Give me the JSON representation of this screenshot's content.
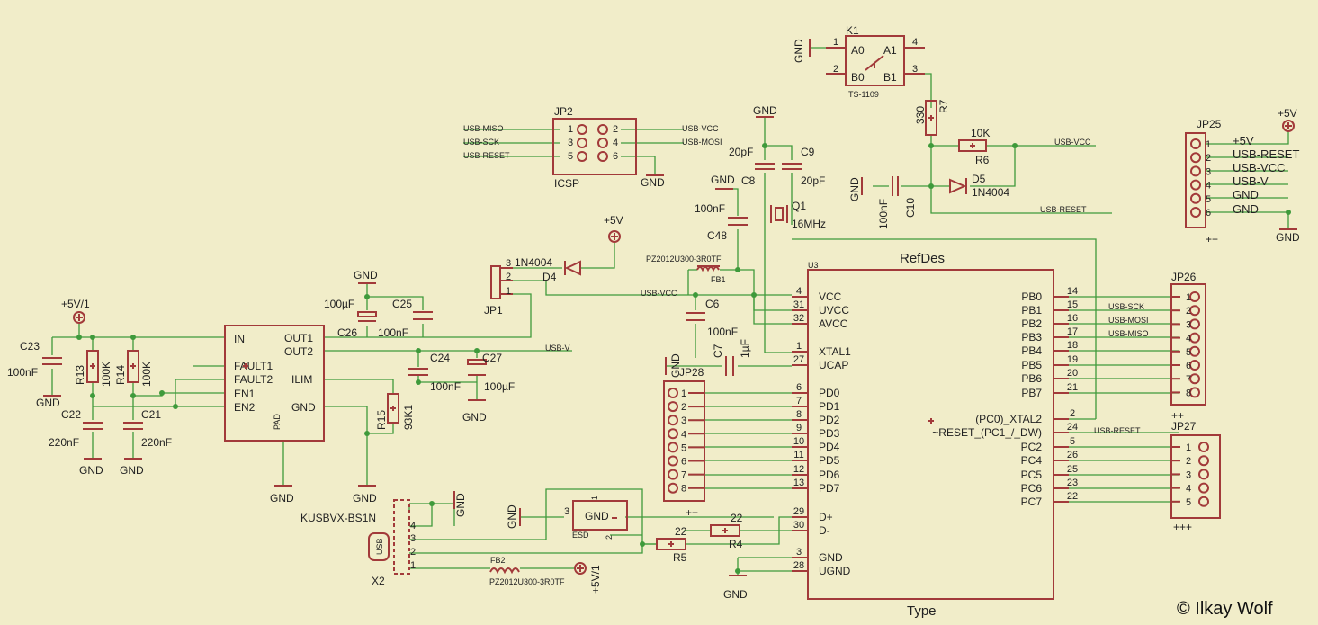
{
  "labels": {
    "k1": "K1",
    "k1_part": "TS-1109",
    "k1_a0": "A0",
    "k1_a1": "A1",
    "k1_b0": "B0",
    "k1_b1": "B1",
    "k1_p1": "1",
    "k1_p2": "2",
    "k1_p3": "3",
    "k1_p4": "4",
    "gnd": "GND",
    "jp2": "JP2",
    "icsp": "ICSP",
    "jp2_p1": "1",
    "jp2_p2": "2",
    "jp2_p3": "3",
    "jp2_p4": "4",
    "jp2_p5": "5",
    "jp2_p6": "6",
    "usb_miso": "USB-MISO",
    "usb_sck": "USB-SCK",
    "usb_reset": "USB-RESET",
    "usb_vcc": "USB-VCC",
    "usb_mosi": "USB-MOSI",
    "usb_v": "USB-V",
    "c8": "C8",
    "c8_val": "20pF",
    "c9": "C9",
    "c9_val": "20pF",
    "c48": "C48",
    "c48_val": "100nF",
    "q1": "Q1",
    "q1_val": "16MHz",
    "r7": "R7",
    "r7_val": "330",
    "r6": "R6",
    "r6_val": "10K",
    "d5": "D5",
    "d5_val": "1N4004",
    "c10": "C10",
    "c10_val": "100nF",
    "jp25": "JP25",
    "jp25_plus": "++",
    "jp25_n1": "+5V",
    "jp25_n2": "USB-RESET",
    "jp25_n3": "USB-VCC",
    "jp25_n4": "USB-V",
    "jp25_n5": "GND",
    "jp25_n6": "GND",
    "p5v": "+5V",
    "p5v1": "+5V/1",
    "d4": "D4",
    "d4_val": "1N4004",
    "jp1": "JP1",
    "fb1": "FB1",
    "fb1_val": "PZ2012U300-3R0TF",
    "fb2": "FB2",
    "fb2_val": "PZ2012U300-3R0TF",
    "c6": "C6",
    "c6_val": "100nF",
    "c7": "C7",
    "c7_val": "1µF",
    "c25": "C25",
    "c25_val": "100nF",
    "c26": "C26",
    "c26_val": "100µF",
    "c24": "C24",
    "c24_val": "100nF",
    "c27": "C27",
    "c27_val": "100µF",
    "c23": "C23",
    "c23_val": "100nF",
    "r13": "R13",
    "r13_val": "100K",
    "r14": "R14",
    "r14_val": "100K",
    "c22": "C22",
    "c22_val": "220nF",
    "c21": "C21",
    "c21_val": "220nF",
    "reg_in": "IN",
    "reg_out1": "OUT1",
    "reg_out2": "OUT2",
    "reg_fault1": "FAULT1",
    "reg_fault2": "FAULT2",
    "reg_en1": "EN1",
    "reg_en2": "EN2",
    "reg_ilim": "ILIM",
    "reg_gnd": "GND",
    "reg_pad": "PAD",
    "r15": "R15",
    "r15_val": "93K1",
    "jp28": "JP28",
    "jp28_plus": "++",
    "jp26": "JP26",
    "jp26_plus": "++",
    "jp27": "JP27",
    "jp27_plus": "+++",
    "u3": "U3",
    "refdes": "RefDes",
    "type": "Type",
    "x2": "X2",
    "x2_part": "KUSBVX-BS1N",
    "usb": "USB",
    "esd": "ESD",
    "r4": "R4",
    "r4_val": "22",
    "r5": "R5",
    "r5_val": "22",
    "copyright": "© Ilkay Wolf"
  },
  "mcu_left_pins": [
    {
      "num": "4",
      "name": "VCC"
    },
    {
      "num": "31",
      "name": "UVCC"
    },
    {
      "num": "32",
      "name": "AVCC"
    },
    {
      "num": "1",
      "name": "XTAL1"
    },
    {
      "num": "27",
      "name": "UCAP"
    },
    {
      "num": "6",
      "name": "PD0"
    },
    {
      "num": "7",
      "name": "PD1"
    },
    {
      "num": "8",
      "name": "PD2"
    },
    {
      "num": "9",
      "name": "PD3"
    },
    {
      "num": "10",
      "name": "PD4"
    },
    {
      "num": "11",
      "name": "PD5"
    },
    {
      "num": "12",
      "name": "PD6"
    },
    {
      "num": "13",
      "name": "PD7"
    },
    {
      "num": "29",
      "name": "D+"
    },
    {
      "num": "30",
      "name": "D-"
    },
    {
      "num": "3",
      "name": "GND"
    },
    {
      "num": "28",
      "name": "UGND"
    }
  ],
  "mcu_right_pins": [
    {
      "num": "14",
      "name": "PB0"
    },
    {
      "num": "15",
      "name": "PB1"
    },
    {
      "num": "16",
      "name": "PB2"
    },
    {
      "num": "17",
      "name": "PB3"
    },
    {
      "num": "18",
      "name": "PB4"
    },
    {
      "num": "19",
      "name": "PB5"
    },
    {
      "num": "20",
      "name": "PB6"
    },
    {
      "num": "21",
      "name": "PB7"
    },
    {
      "num": "2",
      "name": "(PC0)_XTAL2"
    },
    {
      "num": "24",
      "name": "~RESET_(PC1_/_DW)"
    },
    {
      "num": "5",
      "name": "PC2"
    },
    {
      "num": "26",
      "name": "PC4"
    },
    {
      "num": "25",
      "name": "PC5"
    },
    {
      "num": "23",
      "name": "PC6"
    },
    {
      "num": "22",
      "name": "PC7"
    }
  ],
  "jp28_pins": [
    "1",
    "2",
    "3",
    "4",
    "5",
    "6",
    "7",
    "8"
  ],
  "jp26_pins": [
    "1",
    "2",
    "3",
    "4",
    "5",
    "6",
    "7",
    "8"
  ],
  "jp27_pins": [
    "1",
    "2",
    "3",
    "4",
    "5"
  ],
  "jp25_pins": [
    "1",
    "2",
    "3",
    "4",
    "5",
    "6"
  ],
  "x2_pins": [
    "4",
    "3",
    "2",
    "1"
  ],
  "esd_pins": [
    "1",
    "2",
    "3"
  ],
  "jp1_pins": [
    "3",
    "2",
    "1"
  ]
}
